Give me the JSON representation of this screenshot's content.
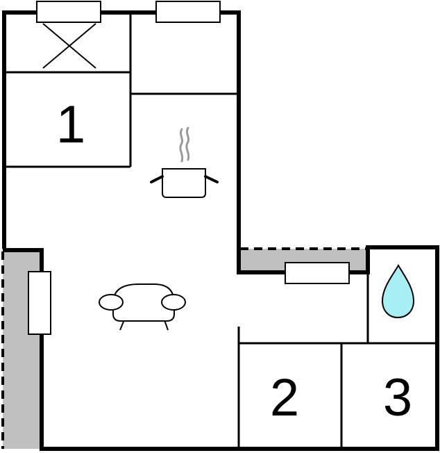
{
  "rooms": [
    {
      "label": "1",
      "kind": "bedroom"
    },
    {
      "label": "2",
      "kind": "bedroom"
    },
    {
      "label": "3",
      "kind": "bedroom"
    }
  ],
  "icons": {
    "cooking": "cooking-pot-icon",
    "sofa": "sofa-icon",
    "water": "water-drop-icon",
    "stairs": "stairs-cross-icon"
  },
  "colors": {
    "wall": "#000000",
    "terrace": "#c0c0c0",
    "water_drop": "#a8eef5",
    "steam": "#999999",
    "background": "#ffffff"
  }
}
